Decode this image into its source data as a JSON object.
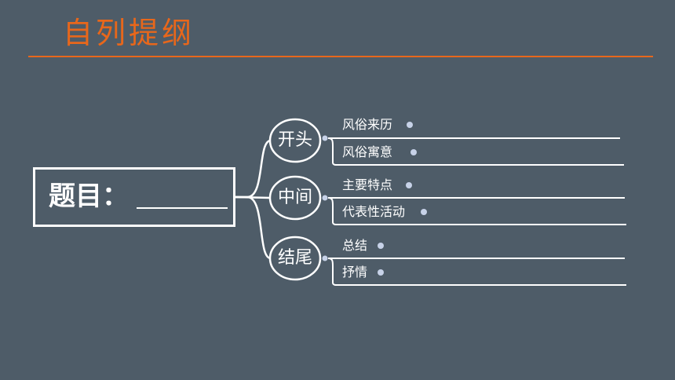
{
  "slide": {
    "title": "自列提纲",
    "accent_color": "#e8671b",
    "background_color": "#4e5c68"
  },
  "topic": {
    "label": "题目："
  },
  "branches": [
    {
      "label": "开头",
      "items": [
        "风俗来历",
        "风俗寓意"
      ]
    },
    {
      "label": "中间",
      "items": [
        "主要特点",
        "代表性活动"
      ]
    },
    {
      "label": "结尾",
      "items": [
        "总结",
        "抒情"
      ]
    }
  ]
}
